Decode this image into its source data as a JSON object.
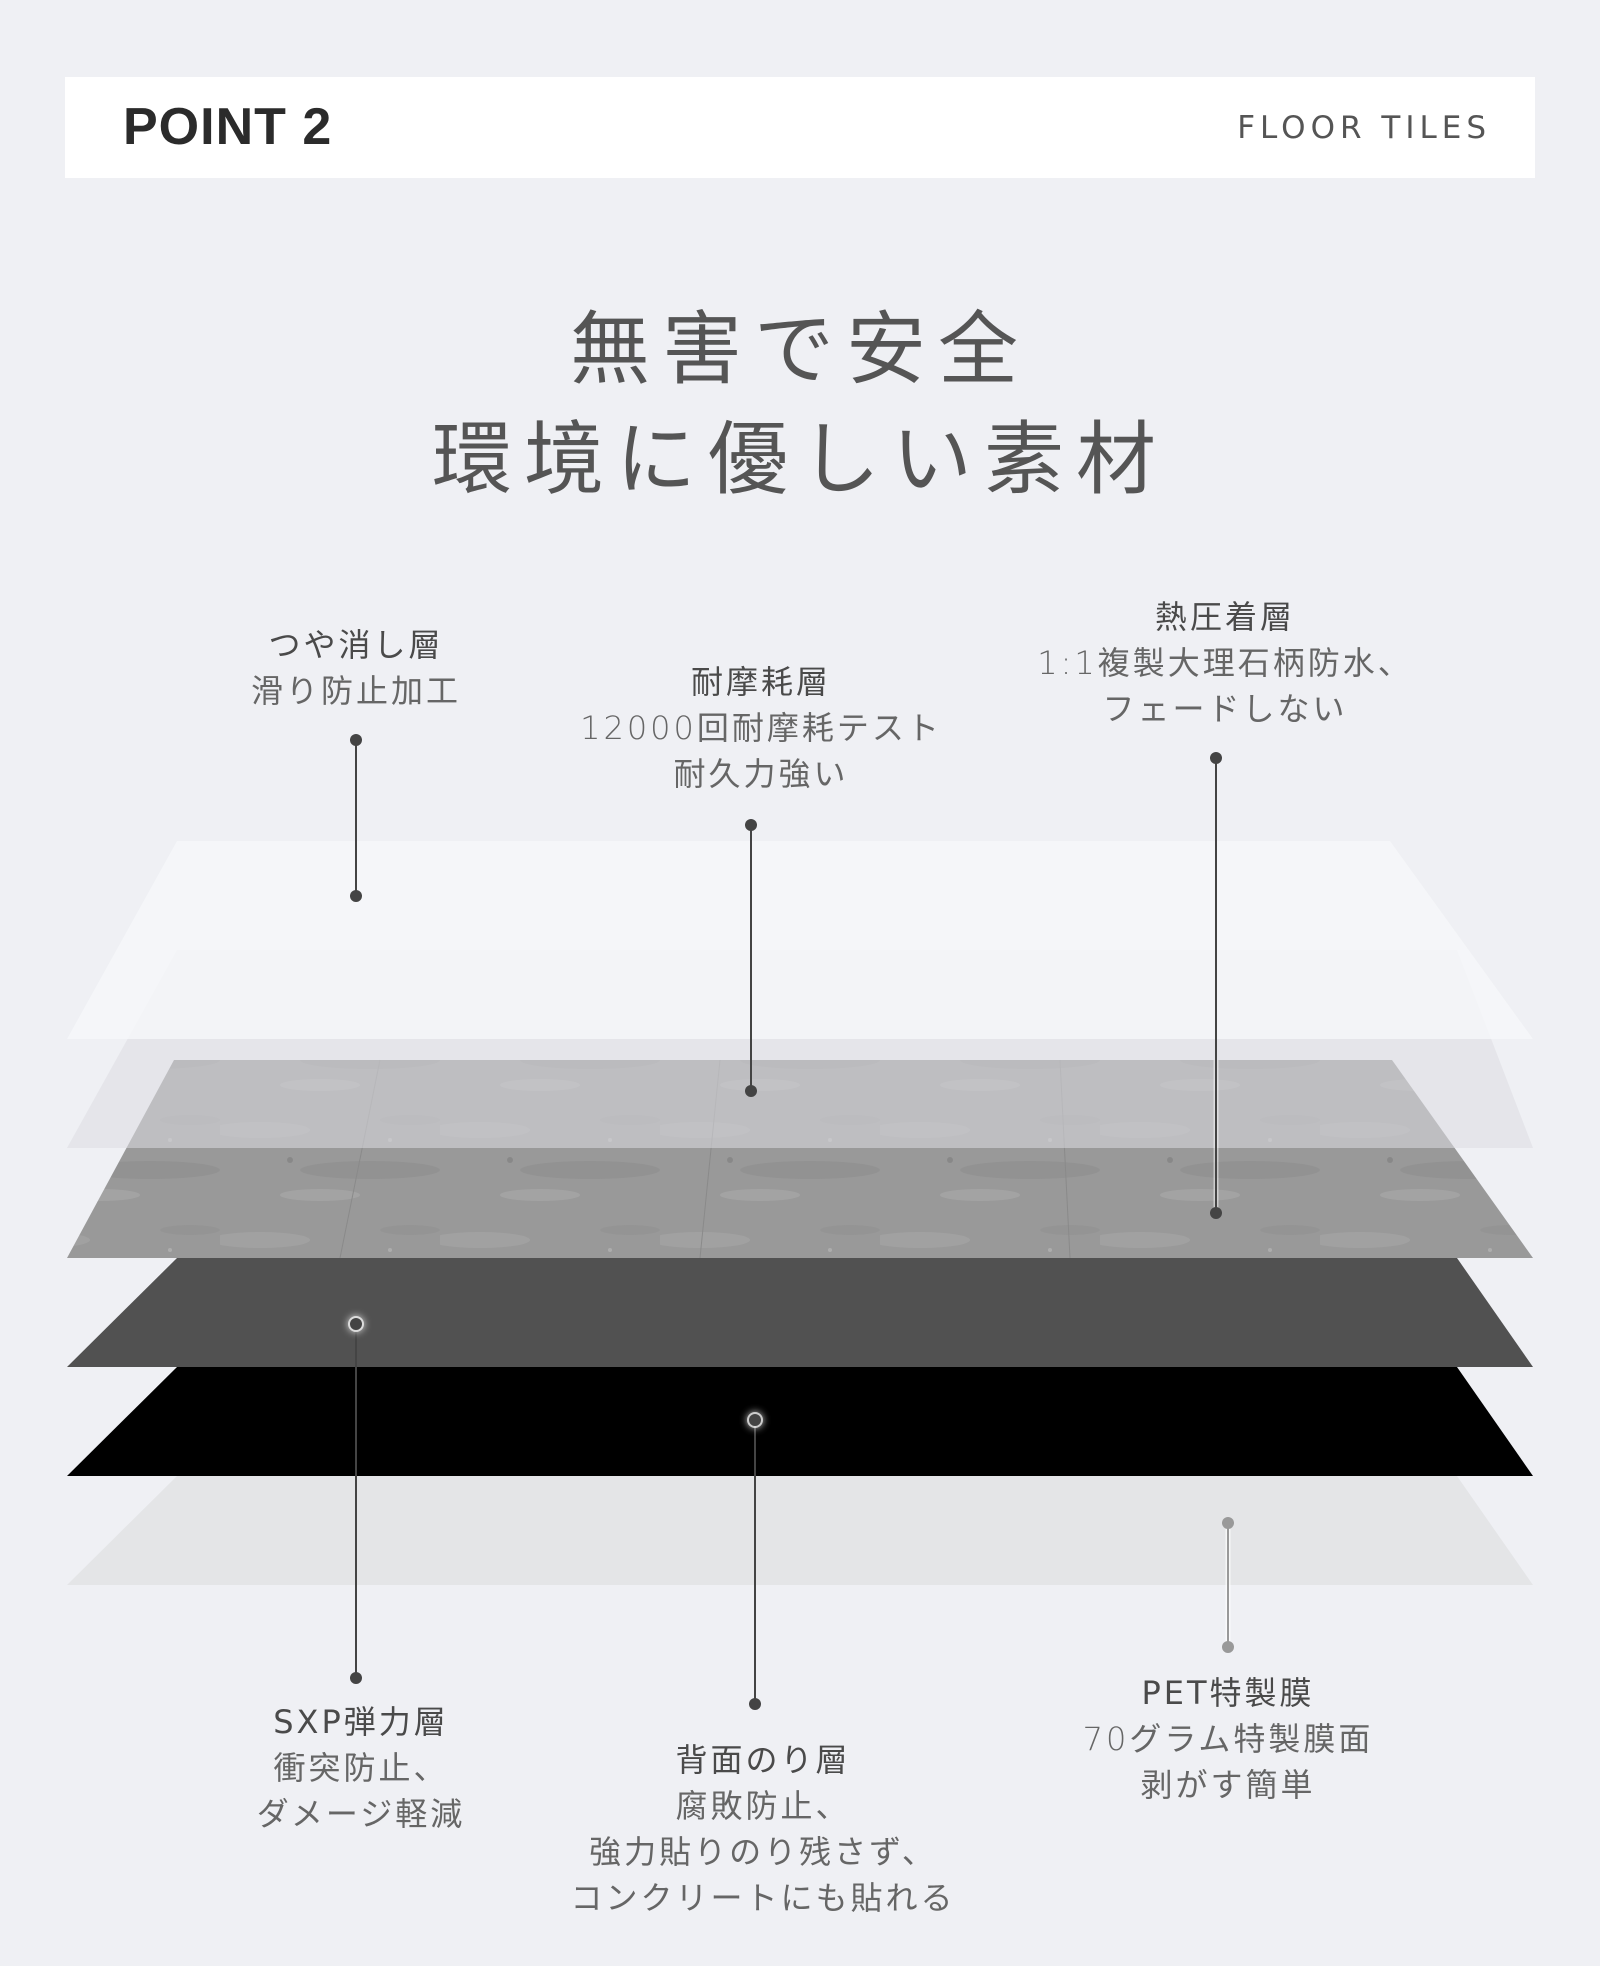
{
  "header": {
    "point": "POINT 2",
    "category": "FLOOR TILES"
  },
  "headline": {
    "line1": "無害で安全",
    "line2": "環境に優しい素材"
  },
  "layers": {
    "matte": {
      "title": "つや消し層",
      "lines": [
        "滑り防止加工"
      ]
    },
    "wear": {
      "title": "耐摩耗層",
      "lines": [
        "12000回耐摩耗テスト",
        "耐久力強い"
      ]
    },
    "heat": {
      "title": "熱圧着層",
      "lines": [
        "1:1複製大理石柄防水、",
        "フェードしない"
      ]
    },
    "sxp": {
      "title": "SXP弾力層",
      "lines": [
        "衝突防止、",
        "ダメージ軽減"
      ]
    },
    "glue": {
      "title": "背面のり層",
      "lines": [
        "腐敗防止、",
        "強力貼りのり残さず、",
        "コンクリートにも貼れる"
      ]
    },
    "pet": {
      "title": "PET特製膜",
      "lines": [
        "70グラム特製膜面",
        "剥がす簡単"
      ]
    }
  },
  "colors": {
    "background": "#eff0f4",
    "matte_layer": "#f6f7f9",
    "wear_layer": "#dcdde1",
    "stone_layer": "#9b9b9b",
    "sxp_layer": "#515151",
    "glue_layer": "#000000",
    "pet_layer": "#e4e5e7"
  }
}
